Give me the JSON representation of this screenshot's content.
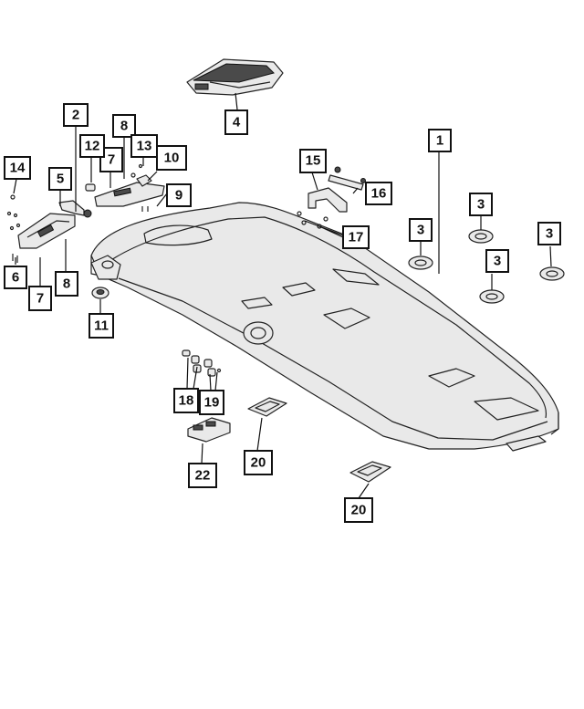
{
  "callouts": [
    {
      "id": "c1",
      "label": "1"
    },
    {
      "id": "c2",
      "label": "2"
    },
    {
      "id": "c3a",
      "label": "3"
    },
    {
      "id": "c3b",
      "label": "3"
    },
    {
      "id": "c3c",
      "label": "3"
    },
    {
      "id": "c3d",
      "label": "3"
    },
    {
      "id": "c4",
      "label": "4"
    },
    {
      "id": "c5",
      "label": "5"
    },
    {
      "id": "c6",
      "label": "6"
    },
    {
      "id": "c7a",
      "label": "7"
    },
    {
      "id": "c7b",
      "label": "7"
    },
    {
      "id": "c8a",
      "label": "8"
    },
    {
      "id": "c8b",
      "label": "8"
    },
    {
      "id": "c9",
      "label": "9"
    },
    {
      "id": "c10",
      "label": "10"
    },
    {
      "id": "c11",
      "label": "11"
    },
    {
      "id": "c12",
      "label": "12"
    },
    {
      "id": "c13",
      "label": "13"
    },
    {
      "id": "c14",
      "label": "14"
    },
    {
      "id": "c15",
      "label": "15"
    },
    {
      "id": "c16",
      "label": "16"
    },
    {
      "id": "c17",
      "label": "17"
    },
    {
      "id": "c18",
      "label": "18"
    },
    {
      "id": "c19",
      "label": "19"
    },
    {
      "id": "c20a",
      "label": "20"
    },
    {
      "id": "c20b",
      "label": "20"
    },
    {
      "id": "c22",
      "label": "22"
    }
  ]
}
